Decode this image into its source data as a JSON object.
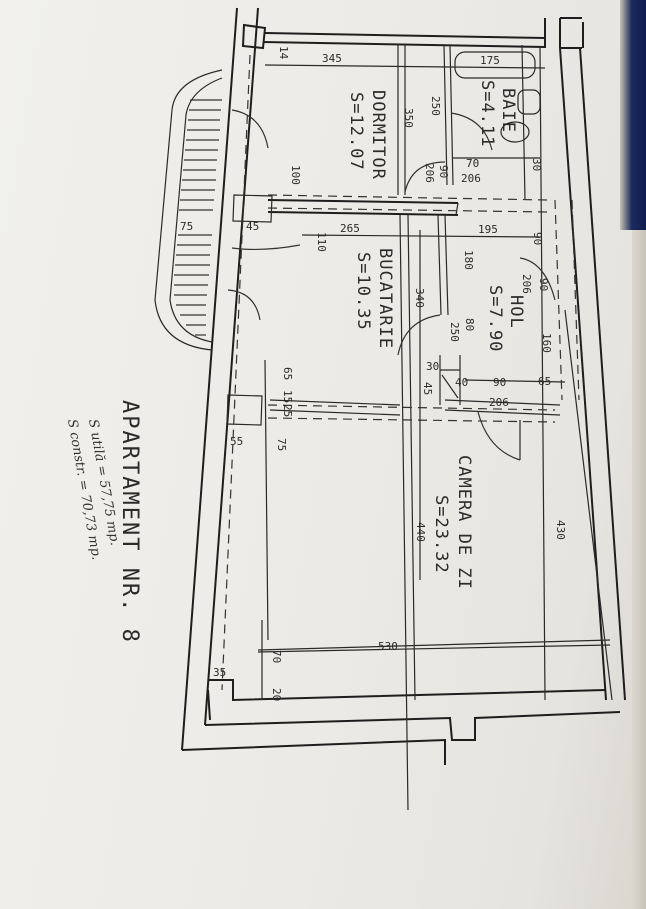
{
  "plan": {
    "title": "APARTAMENT NR. 8",
    "area_useful": "S utilă = 57,75 mp.",
    "area_built": "S constr. = 70,73 mp."
  },
  "rooms": [
    {
      "name": "DORMITOR",
      "area": "S=12.07"
    },
    {
      "name": "BAIE",
      "area": "S=4.11"
    },
    {
      "name": "BUCATARIE",
      "area": "S=10.35"
    },
    {
      "name": "HOL",
      "area": "S=7.90"
    },
    {
      "name": "CAMERA DE ZI",
      "area": "S=23.32"
    }
  ],
  "dimensions": {
    "dormitor_width": "345",
    "dormitor_depth": "350",
    "top_small": "14",
    "baie_tub": "175",
    "baie_depth": "250",
    "baie_door": "70",
    "baie_door_h": "206",
    "dorm_door": "90",
    "dorm_door_h": "206",
    "baie_side": "30",
    "window1": "100",
    "balcony": "75",
    "wall": "45",
    "kitchen_window": "110",
    "kitchen_width": "265",
    "kitchen_depth": "340",
    "hol_width": "195",
    "hol_depth": "180",
    "hol_door_side": "90",
    "hol_door": "90",
    "hol_door_h": "206",
    "hol_side": "160",
    "hol_niche": "80",
    "kitchen_door": "250",
    "closet": "30",
    "closet_h": "45",
    "bottom_a": "40",
    "bottom_b": "90",
    "bottom_c": "65",
    "bottom_total": "206",
    "pillar_65": "65",
    "pillar_15": "15",
    "pillar_25": "25",
    "pillar_75": "75",
    "pillar_55": "55",
    "living_depth": "440",
    "living_side": "430",
    "living_width": "530",
    "corner_70": "70",
    "corner_35": "35",
    "corner_20": "20"
  }
}
